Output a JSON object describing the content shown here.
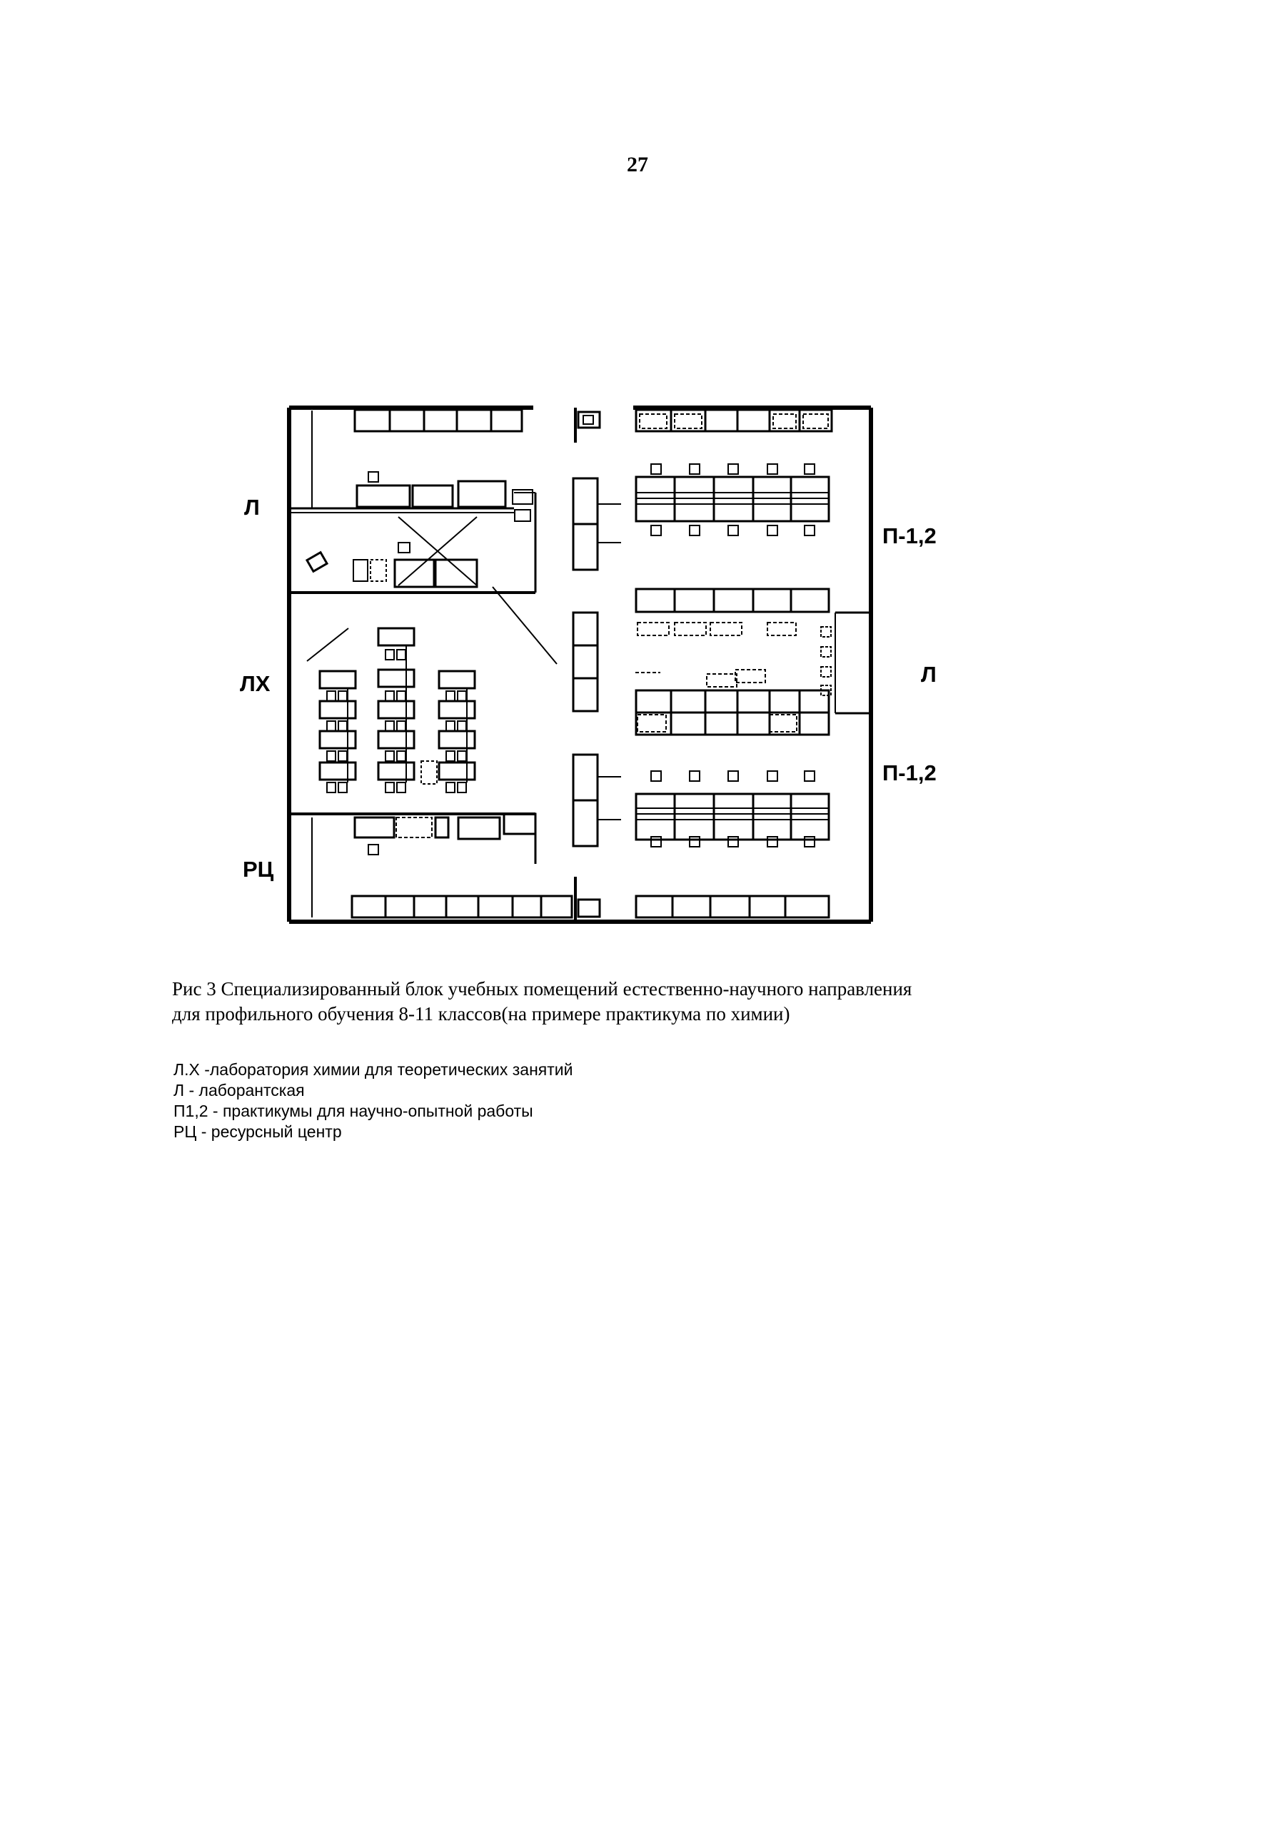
{
  "page_number": "27",
  "room_labels": {
    "l_top": "Л",
    "lx": "ЛХ",
    "rc": "РЦ",
    "p12_top": "П-1,2",
    "l_right": "Л",
    "p12_bottom": "П-1,2"
  },
  "caption": {
    "line1": "Рис 3 Специализированный блок учебных помещений естественно-научного направления",
    "line2": "для профильного обучения 8-11 классов(на примере практикума по химии)"
  },
  "legend": [
    "Л.Х -лаборатория химии для теоретических занятий",
    "Л - лаборантская",
    "П1,2 - практикумы для научно-опытной работы",
    "РЦ - ресурсный центр"
  ]
}
